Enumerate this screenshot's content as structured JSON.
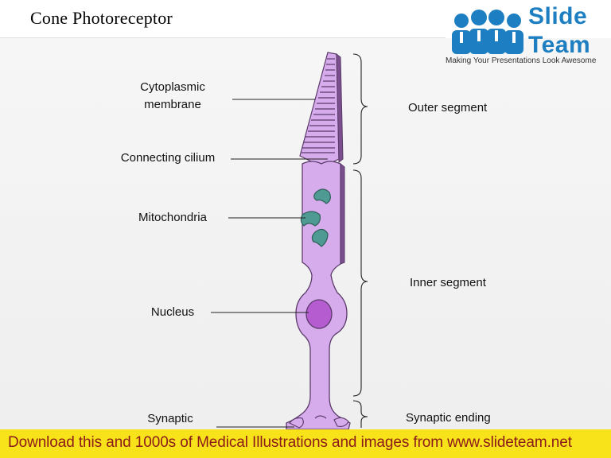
{
  "title": "Cone Photoreceptor",
  "logo": {
    "word1": "Slide",
    "word2": "Team",
    "tagline": "Making Your Presentations Look Awesome",
    "color": "#1d7fc1"
  },
  "labels": {
    "cytoplasmic_membrane_line1": "Cytoplasmic",
    "cytoplasmic_membrane_line2": "membrane",
    "connecting_cilium": "Connecting cilium",
    "mitochondria": "Mitochondria",
    "nucleus": "Nucleus",
    "synaptic": "Synaptic"
  },
  "segments": {
    "outer": "Outer segment",
    "inner": "Inner segment",
    "synaptic_ending": "Synaptic ending"
  },
  "colors": {
    "cell_fill": "#d6acec",
    "cell_stroke": "#5a3a6a",
    "mito_fill": "#4f9a92",
    "nucleus_fill": "#b55cd0",
    "banner_bg": "#f8e31a",
    "banner_text": "#8b1a1a"
  },
  "banner": {
    "text": "Download this and 1000s of Medical Illustrations and images from www.slideteam.net"
  }
}
